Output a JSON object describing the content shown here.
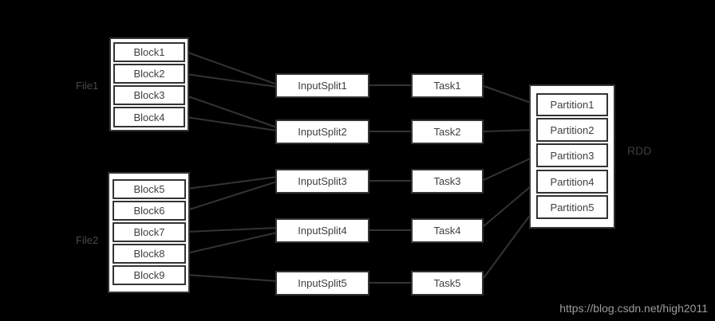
{
  "diagram": {
    "files": [
      {
        "label": "File1",
        "blocks": [
          "Block1",
          "Block2",
          "Block3",
          "Block4"
        ]
      },
      {
        "label": "File2",
        "blocks": [
          "Block5",
          "Block6",
          "Block7",
          "Block8",
          "Block9"
        ]
      }
    ],
    "input_splits": [
      "InputSplit1",
      "InputSplit2",
      "InputSplit3",
      "InputSplit4",
      "InputSplit5"
    ],
    "tasks": [
      "Task1",
      "Task2",
      "Task3",
      "Task4",
      "Task5"
    ],
    "rdd": {
      "label": "RDD",
      "partitions": [
        "Partition1",
        "Partition2",
        "Partition3",
        "Partition4",
        "Partition5"
      ]
    },
    "edges": {
      "block_to_split": [
        [
          "Block1",
          "InputSplit1"
        ],
        [
          "Block2",
          "InputSplit1"
        ],
        [
          "Block3",
          "InputSplit2"
        ],
        [
          "Block4",
          "InputSplit2"
        ],
        [
          "Block5",
          "InputSplit3"
        ],
        [
          "Block6",
          "InputSplit3"
        ],
        [
          "Block7",
          "InputSplit4"
        ],
        [
          "Block8",
          "InputSplit4"
        ],
        [
          "Block9",
          "InputSplit5"
        ]
      ],
      "split_to_task": [
        [
          "InputSplit1",
          "Task1"
        ],
        [
          "InputSplit2",
          "Task2"
        ],
        [
          "InputSplit3",
          "Task3"
        ],
        [
          "InputSplit4",
          "Task4"
        ],
        [
          "InputSplit5",
          "Task5"
        ]
      ],
      "task_to_partition": [
        [
          "Task1",
          "Partition1"
        ],
        [
          "Task2",
          "Partition2"
        ],
        [
          "Task3",
          "Partition3"
        ],
        [
          "Task4",
          "Partition4"
        ],
        [
          "Task5",
          "Partition5"
        ]
      ]
    },
    "colors": {
      "background": "#000000",
      "box_fill": "#ffffff",
      "box_border": "#333333",
      "box_text": "#3f3f3f",
      "group_label_text": "#4a4a4a",
      "line": "#333333",
      "watermark_text": "#9c9c9c"
    }
  },
  "watermark": "https://blog.csdn.net/high2011"
}
